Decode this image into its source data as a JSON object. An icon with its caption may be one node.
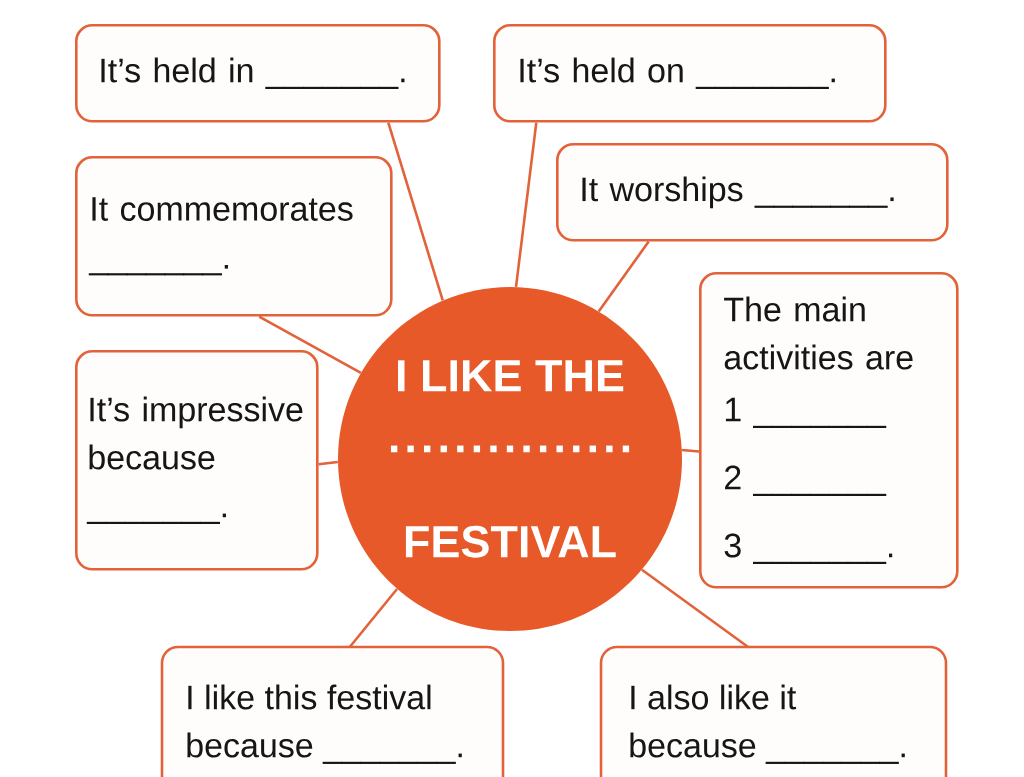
{
  "diagram": {
    "nodes": [
      {
        "text": [
          "It’s held in _______."
        ]
      },
      {
        "text": [
          "It’s held on _______."
        ]
      },
      {
        "text": [
          "It commemorates _______."
        ]
      },
      {
        "text": [
          "It worships _______."
        ]
      },
      {
        "text": [
          "It’s impressive because _______."
        ]
      },
      {
        "text": [
          "I LIKE THE",
          "...............",
          "FESTIVAL"
        ]
      },
      {
        "text": [
          "The main activities are",
          "1 _______",
          "2 _______",
          "3 _______."
        ]
      },
      {
        "text": [
          "I like this festival because _______."
        ]
      },
      {
        "text": [
          "I also like it because _______."
        ]
      }
    ],
    "edges": [
      {
        "from": 0,
        "to": 5,
        "arrow": "none"
      },
      {
        "from": 1,
        "to": 5,
        "arrow": "none"
      },
      {
        "from": 2,
        "to": 5,
        "arrow": "none"
      },
      {
        "from": 3,
        "to": 5,
        "arrow": "none"
      },
      {
        "from": 4,
        "to": 5,
        "arrow": "none"
      },
      {
        "from": 6,
        "to": 5,
        "arrow": "none"
      },
      {
        "from": 7,
        "to": 5,
        "arrow": "none"
      },
      {
        "from": 8,
        "to": 5,
        "arrow": "none"
      }
    ]
  }
}
